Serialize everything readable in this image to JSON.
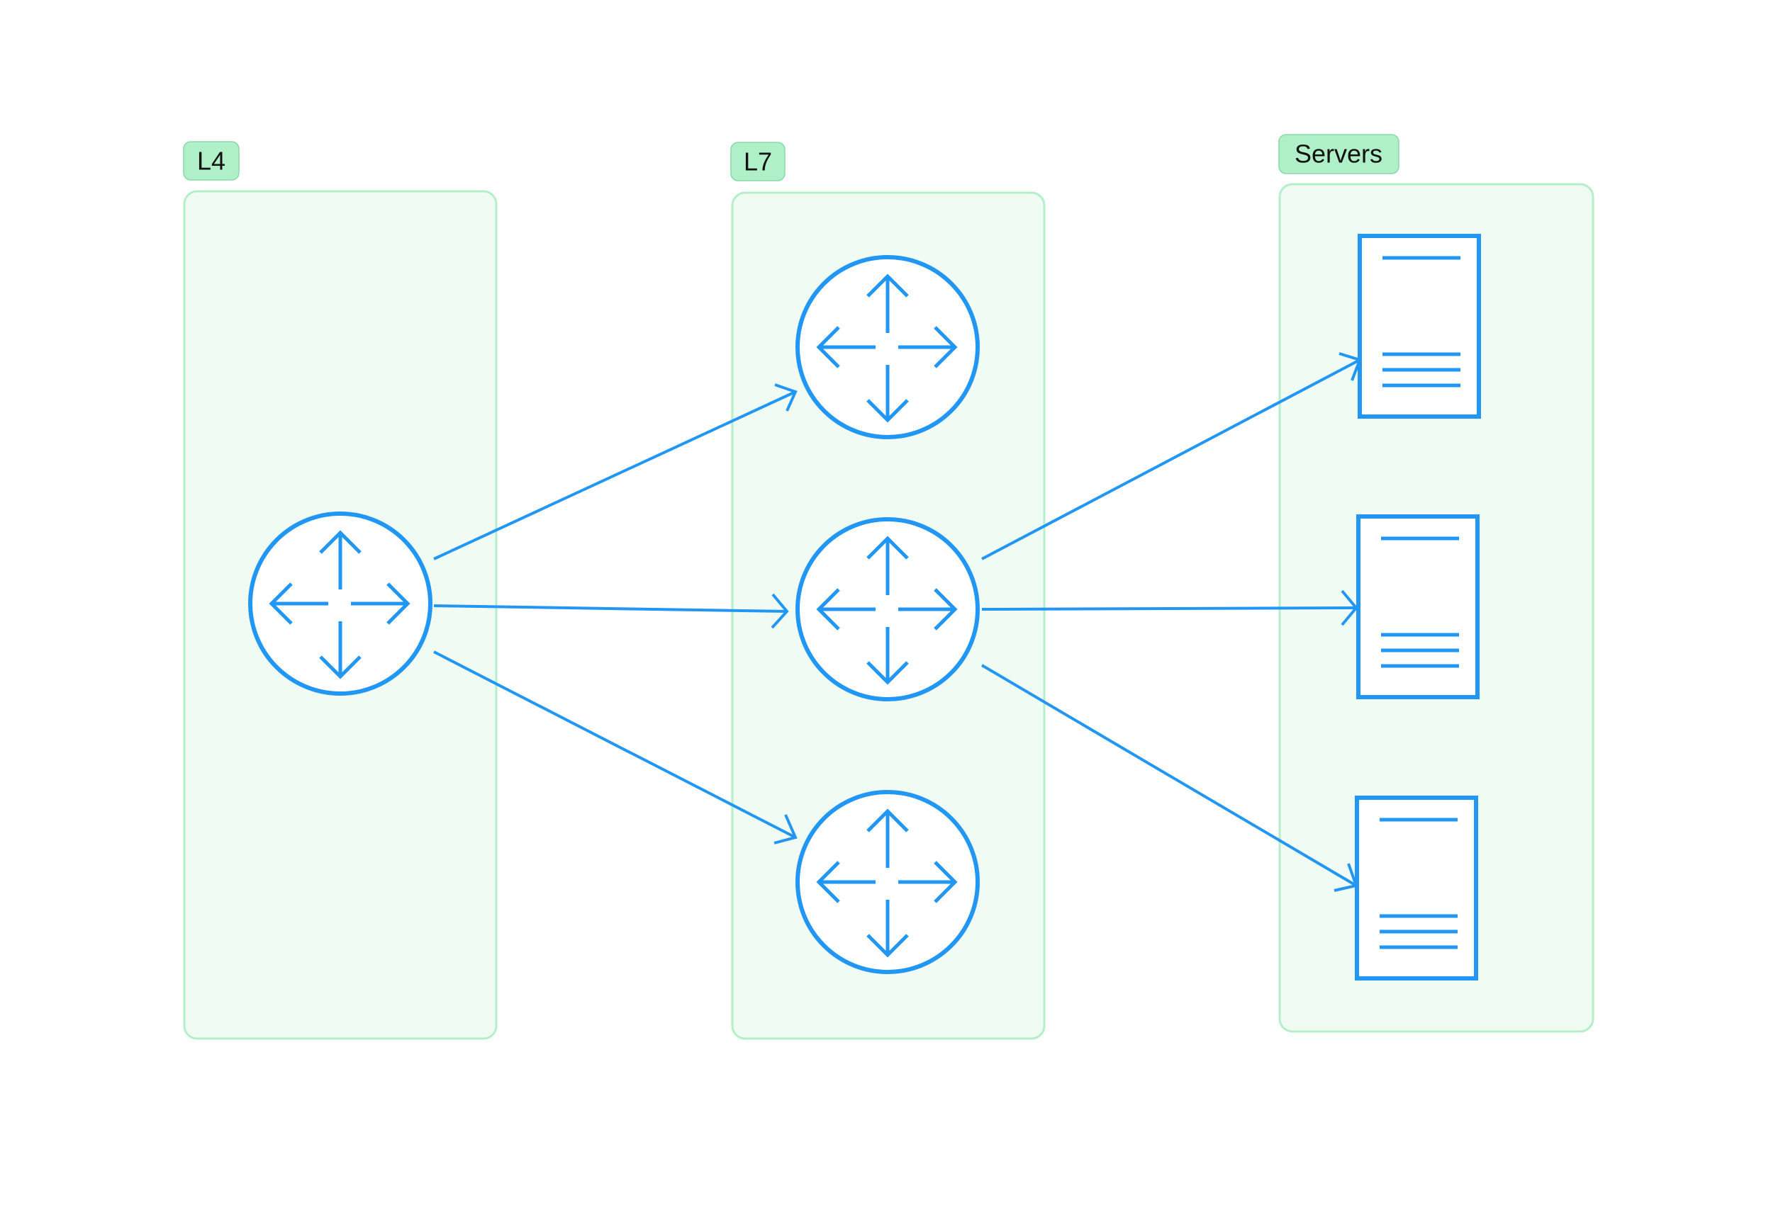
{
  "diagram": {
    "colors": {
      "accent": "#2196f3",
      "group_fill": "#f0fbf3",
      "group_border": "#b3efc9",
      "tag_fill": "#b0f0c8"
    },
    "groups": [
      {
        "id": "l4",
        "label": "L4"
      },
      {
        "id": "l7",
        "label": "L7"
      },
      {
        "id": "servers",
        "label": "Servers"
      }
    ],
    "nodes": [
      {
        "id": "l4-router",
        "group": "l4",
        "icon": "router-icon"
      },
      {
        "id": "l7-router-1",
        "group": "l7",
        "icon": "router-icon"
      },
      {
        "id": "l7-router-2",
        "group": "l7",
        "icon": "router-icon"
      },
      {
        "id": "l7-router-3",
        "group": "l7",
        "icon": "router-icon"
      },
      {
        "id": "server-1",
        "group": "servers",
        "icon": "server-icon"
      },
      {
        "id": "server-2",
        "group": "servers",
        "icon": "server-icon"
      },
      {
        "id": "server-3",
        "group": "servers",
        "icon": "server-icon"
      }
    ],
    "edges": [
      {
        "from": "l4-router",
        "to": "l7-router-1"
      },
      {
        "from": "l4-router",
        "to": "l7-router-2"
      },
      {
        "from": "l4-router",
        "to": "l7-router-3"
      },
      {
        "from": "l7-router-2",
        "to": "server-1"
      },
      {
        "from": "l7-router-2",
        "to": "server-2"
      },
      {
        "from": "l7-router-2",
        "to": "server-3"
      }
    ]
  }
}
